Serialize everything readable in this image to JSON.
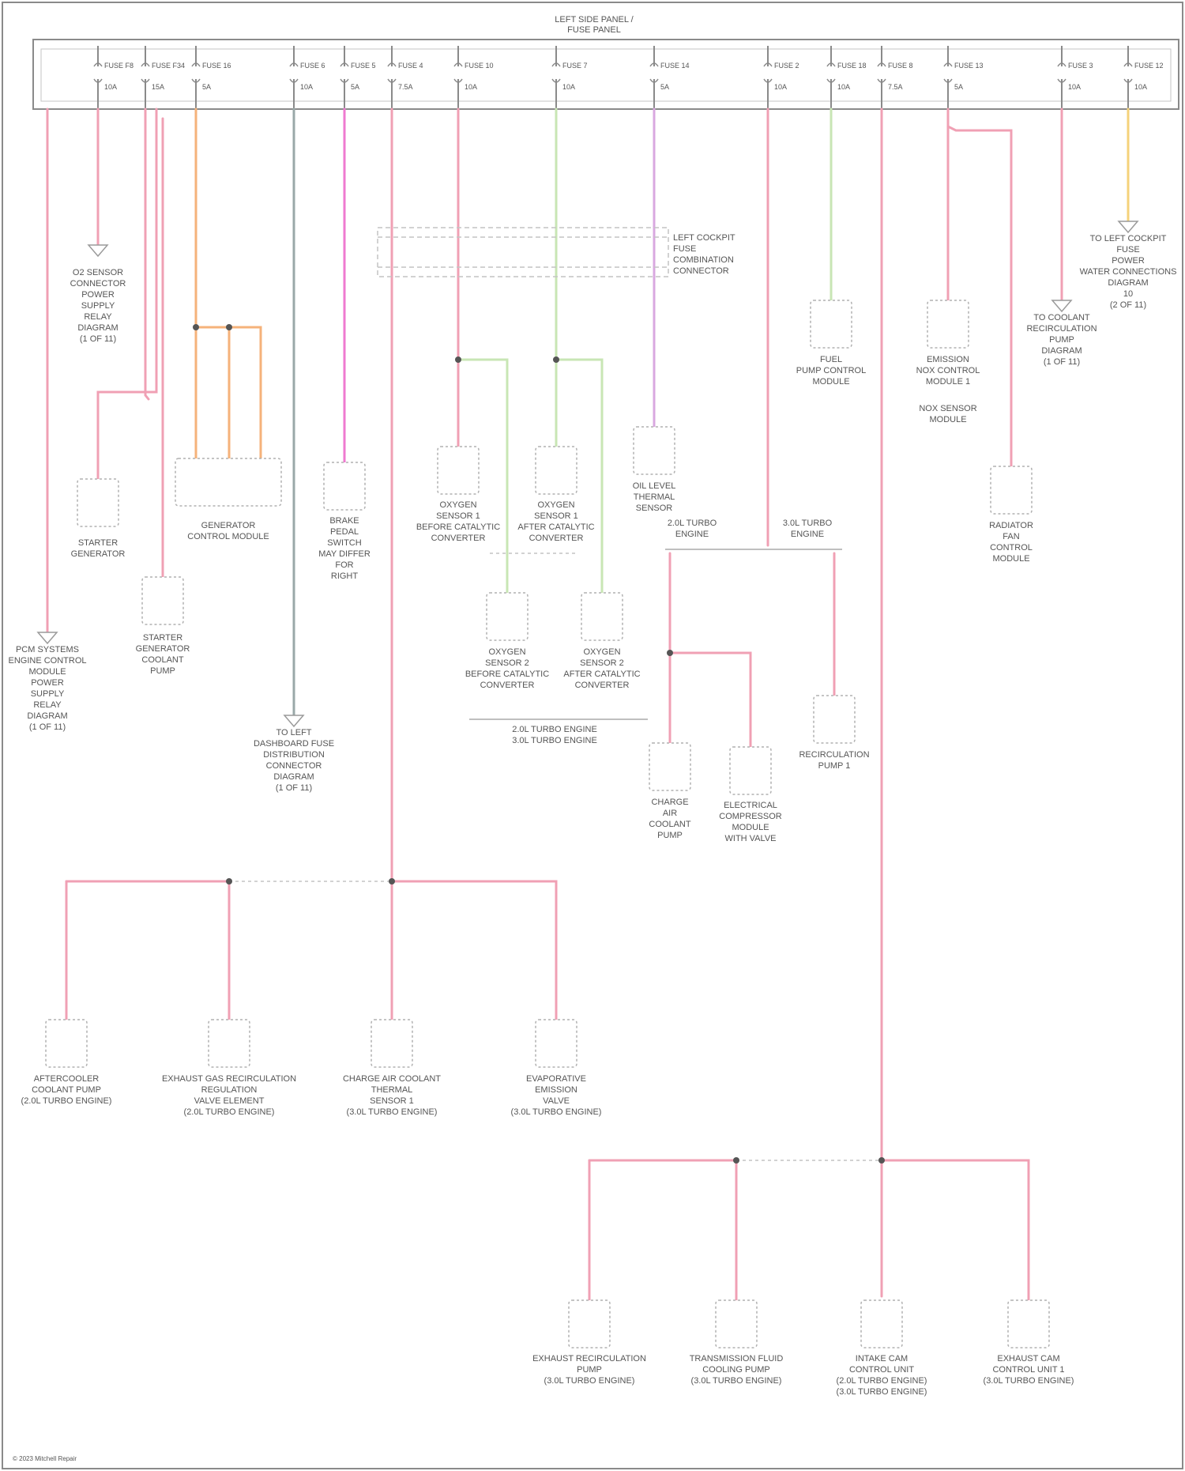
{
  "panel": {
    "title_line1": "LEFT SIDE PANEL /",
    "title_line2": "FUSE PANEL"
  },
  "colors": {
    "pink": "#f0a0b4",
    "orange": "#f5b27a",
    "magenta": "#ef7ad0",
    "green": "#9ccc9c",
    "lightgreen": "#c8e6b4",
    "yellow": "#f5d27a",
    "gray": "#9aa8a8",
    "lilac": "#d9a8e0",
    "frame": "#8a8a8a",
    "dashed": "#c4c4c4"
  },
  "fuses": [
    {
      "label": "FUSE F8",
      "amp": "10A"
    },
    {
      "label": "FUSE F34",
      "amp": "15A"
    },
    {
      "label": "FUSE 16",
      "amp": "5A"
    },
    {
      "label": "FUSE 6",
      "amp": "10A"
    },
    {
      "label": "FUSE 5",
      "amp": "5A"
    },
    {
      "label": "FUSE 4",
      "amp": "7.5A"
    },
    {
      "label": "FUSE 10",
      "amp": "10A"
    },
    {
      "label": "FUSE 7",
      "amp": "10A"
    },
    {
      "label": "FUSE 14",
      "amp": "5A"
    },
    {
      "label": "FUSE 2",
      "amp": "10A"
    },
    {
      "label": "FUSE 18",
      "amp": "10A"
    },
    {
      "label": "FUSE 8",
      "amp": "7.5A"
    },
    {
      "label": "FUSE 13",
      "amp": "5A"
    },
    {
      "label": "FUSE 3",
      "amp": "10A"
    },
    {
      "label": "FUSE 12",
      "amp": "10A"
    }
  ],
  "junction_box": {
    "l1": "LEFT COCKPIT",
    "l2": "FUSE",
    "l3": "COMBINATION",
    "l4": "CONNECTOR"
  },
  "labels": {
    "ecm_relay": [
      "PCM SYSTEMS",
      "ENGINE CONTROL",
      "MODULE",
      "POWER",
      "SUPPLY",
      "RELAY",
      "DIAGRAM",
      "(1 OF 11)"
    ],
    "o2_relay": [
      "O2 SENSOR",
      "CONNECTOR",
      "POWER",
      "SUPPLY",
      "RELAY",
      "DIAGRAM",
      "(1 OF 11)"
    ],
    "starter": [
      "STARTER",
      "GENERATOR"
    ],
    "coolant_pump": [
      "STARTER",
      "GENERATOR",
      "COOLANT",
      "PUMP"
    ],
    "gen_ctrl": [
      "GENERATOR",
      "CONTROL MODULE"
    ],
    "brake": [
      "BRAKE",
      "PEDAL",
      "SWITCH",
      "MAY DIFFER",
      "FOR",
      "RIGHT"
    ],
    "fuse_dist": [
      "TO LEFT",
      "DASHBOARD FUSE",
      "DISTRIBUTION",
      "CONNECTOR",
      "DIAGRAM",
      "(1 OF 11)"
    ],
    "o2_before": [
      "OXYGEN",
      "SENSOR 1",
      "BEFORE CATALYTIC",
      "CONVERTER"
    ],
    "o2_after": [
      "OXYGEN",
      "SENSOR 1",
      "AFTER CATALYTIC",
      "CONVERTER"
    ],
    "o2_before2": [
      "OXYGEN",
      "SENSOR 2",
      "BEFORE CATALYTIC",
      "CONVERTER"
    ],
    "o2_after2": [
      "OXYGEN",
      "SENSOR 2",
      "AFTER CATALYTIC",
      "CONVERTER"
    ],
    "turbo_band": [
      "2.0L TURBO ENGINE",
      "3.0L TURBO ENGINE"
    ],
    "oil_level": [
      "OIL LEVEL",
      "THERMAL",
      "SENSOR"
    ],
    "turbo_left": [
      "2.0L TURBO",
      "ENGINE"
    ],
    "turbo_right": [
      "3.0L TURBO",
      "ENGINE"
    ],
    "charge_pump": [
      "CHARGE",
      "AIR",
      "COOLANT",
      "PUMP"
    ],
    "compressor": [
      "ELECTRICAL",
      "COMPRESSOR",
      "MODULE",
      "WITH VALVE"
    ],
    "recirc": [
      "RECIRCULATION",
      "PUMP 1"
    ],
    "fuel_ctrl": [
      "FUEL",
      "PUMP CONTROL",
      "MODULE"
    ],
    "nox_ctrl": [
      "EMISSION",
      "NOX CONTROL",
      "MODULE 1"
    ],
    "nox_sensor": [
      "NOX SENSOR",
      "MODULE"
    ],
    "coolant_recirc": [
      "TO COOLANT",
      "RECIRCULATION",
      "PUMP",
      "DIAGRAM",
      "(1 OF 11)"
    ],
    "radiator": [
      "RADIATOR",
      "FAN",
      "CONTROL",
      "MODULE"
    ],
    "cockpit_fuse": [
      "TO LEFT COCKPIT",
      "FUSE",
      "POWER",
      "WATER CONNECTIONS",
      "DIAGRAM",
      "10",
      "(2 OF 11)"
    ],
    "aftercooler": [
      "AFTERCOOLER",
      "COOLANT PUMP",
      "(2.0L TURBO ENGINE)"
    ],
    "egr": [
      "EXHAUST GAS RECIRCULATION",
      "REGULATION",
      "VALVE ELEMENT",
      "(2.0L TURBO ENGINE)"
    ],
    "thermal": [
      "CHARGE AIR COOLANT",
      "THERMAL",
      "SENSOR 1",
      "(3.0L TURBO ENGINE)"
    ],
    "evap": [
      "EVAPORATIVE",
      "EMISSION",
      "VALVE",
      "(3.0L TURBO ENGINE)"
    ],
    "exhaust_pump": [
      "EXHAUST RECIRCULATION",
      "PUMP",
      "(3.0L TURBO ENGINE)"
    ],
    "trans": [
      "TRANSMISSION FLUID",
      "COOLING PUMP",
      "(3.0L TURBO ENGINE)"
    ],
    "intake": [
      "INTAKE CAM",
      "CONTROL UNIT",
      "(2.0L TURBO ENGINE)",
      "(3.0L TURBO ENGINE)"
    ],
    "exhaust_cam": [
      "EXHAUST CAM",
      "CONTROL UNIT 1",
      "(3.0L TURBO ENGINE)"
    ]
  },
  "footer": "© 2023 Mitchell Repair"
}
